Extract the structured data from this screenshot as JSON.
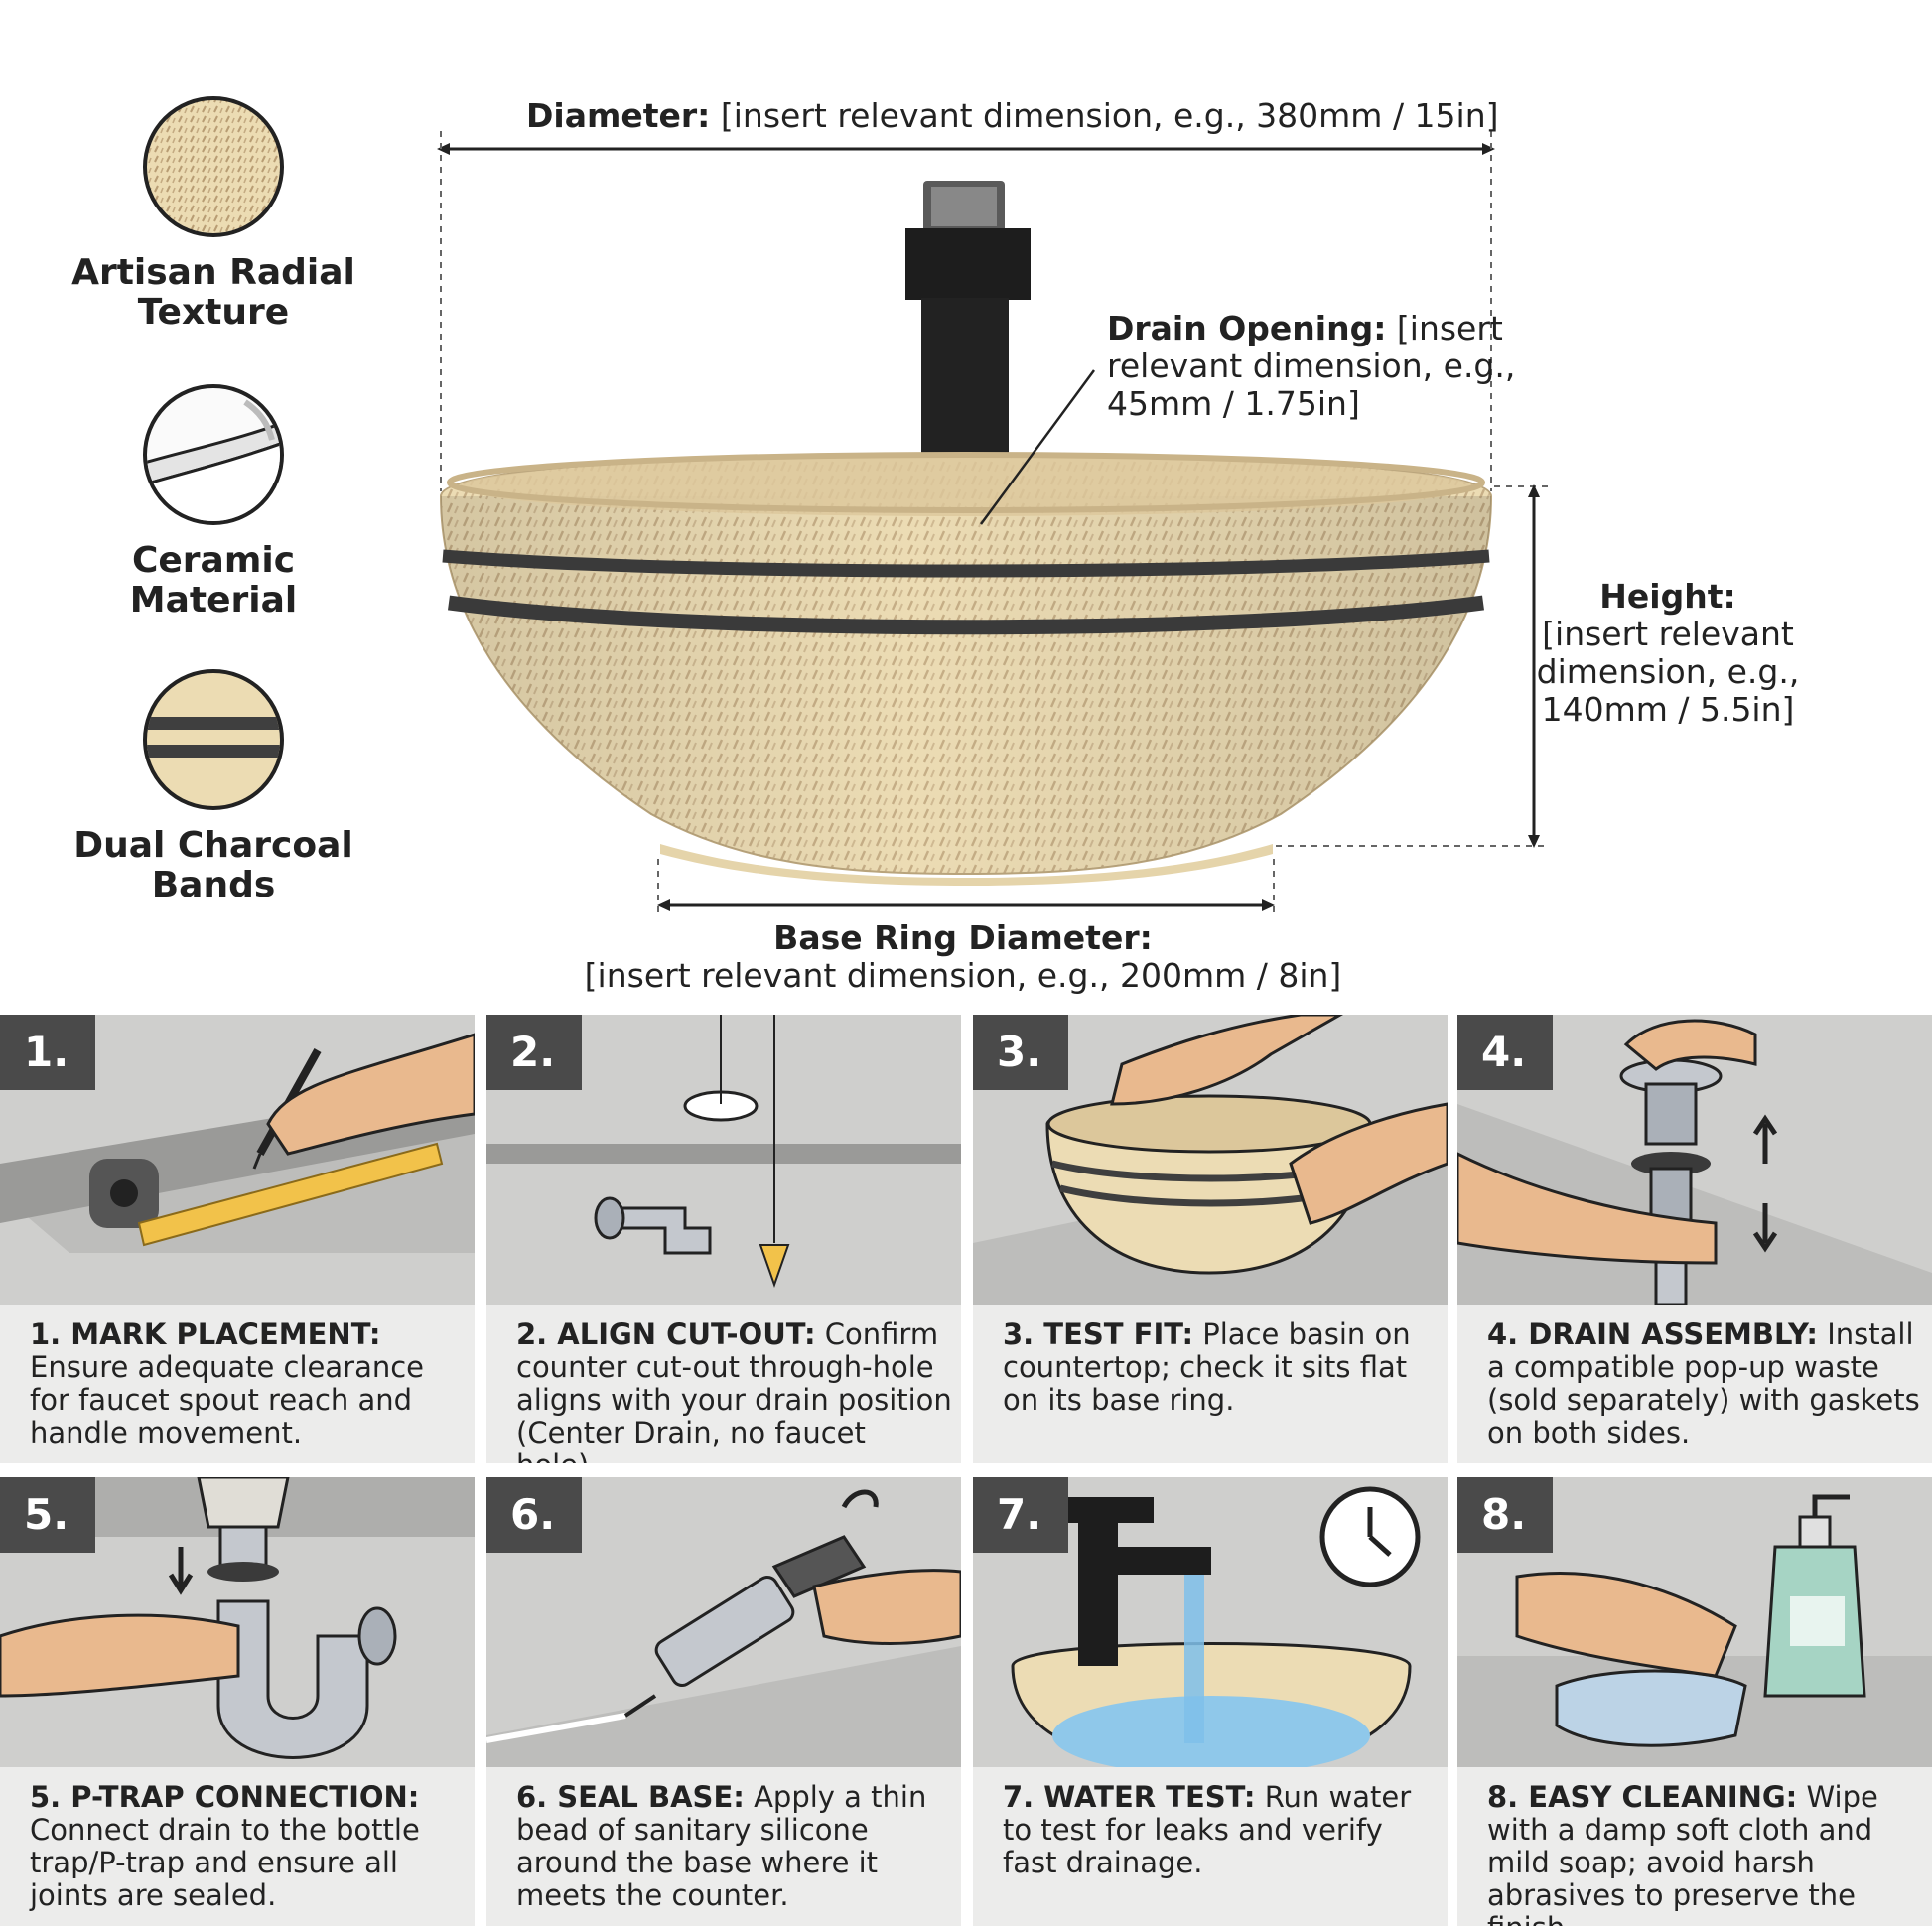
{
  "features": [
    {
      "label": "Artisan Radial\nTexture",
      "icon": "radial-texture-swatch"
    },
    {
      "label": "Ceramic\nMaterial",
      "icon": "ceramic-layer-swatch"
    },
    {
      "label": "Dual Charcoal\nBands",
      "icon": "charcoal-bands-swatch"
    }
  ],
  "dimensions": {
    "diameter_label": "Diameter:",
    "diameter_value": "[insert relevant dimension, e.g., 380mm / 15in]",
    "drain_label": "Drain Opening:",
    "drain_value_1": "[insert",
    "drain_value_2": "relevant dimension, e.g.,",
    "drain_value_3": "45mm / 1.75in]",
    "height_label": "Height:",
    "height_value_1": "[insert relevant",
    "height_value_2": "dimension, e.g.,",
    "height_value_3": "140mm / 5.5in]",
    "base_label": "Base Ring Diameter:",
    "base_value": "[insert relevant dimension, e.g., 200mm / 8in]"
  },
  "steps": [
    {
      "number": "1.",
      "title": "1. MARK PLACEMENT:",
      "text": "Ensure adequate clearance for faucet spout reach and handle movement."
    },
    {
      "number": "2.",
      "title": "2. ALIGN CUT-OUT:",
      "text": "Confirm counter cut-out through-hole aligns with your drain position (Center Drain, no faucet hole)."
    },
    {
      "number": "3.",
      "title": "3. TEST FIT:",
      "text": "Place basin on countertop; check it sits flat on its base ring."
    },
    {
      "number": "4.",
      "title": "4. DRAIN ASSEMBLY:",
      "text": "Install a compatible pop-up waste (sold separately) with gaskets on both sides."
    },
    {
      "number": "5.",
      "title": "5. P-TRAP CONNECTION:",
      "text": "Connect drain to the bottle trap/P-trap and ensure all joints are sealed."
    },
    {
      "number": "6.",
      "title": "6. SEAL BASE:",
      "text": "Apply a thin bead of sanitary silicone around the base where it meets the counter."
    },
    {
      "number": "7.",
      "title": "7. WATER TEST:",
      "text": "Run water to test for leaks and verify fast drainage."
    },
    {
      "number": "8.",
      "title": "8. EASY CLEANING:",
      "text": "Wipe with a damp soft cloth and mild soap; avoid harsh abrasives to preserve the finish."
    }
  ],
  "colors": {
    "basin": "#ebdcb2",
    "basin_texture": "#c9b38a",
    "band": "#3f3f3f",
    "panel": "#ececeb",
    "illustration_bg": "#cfcfcd",
    "badge": "#4a4a4a"
  }
}
